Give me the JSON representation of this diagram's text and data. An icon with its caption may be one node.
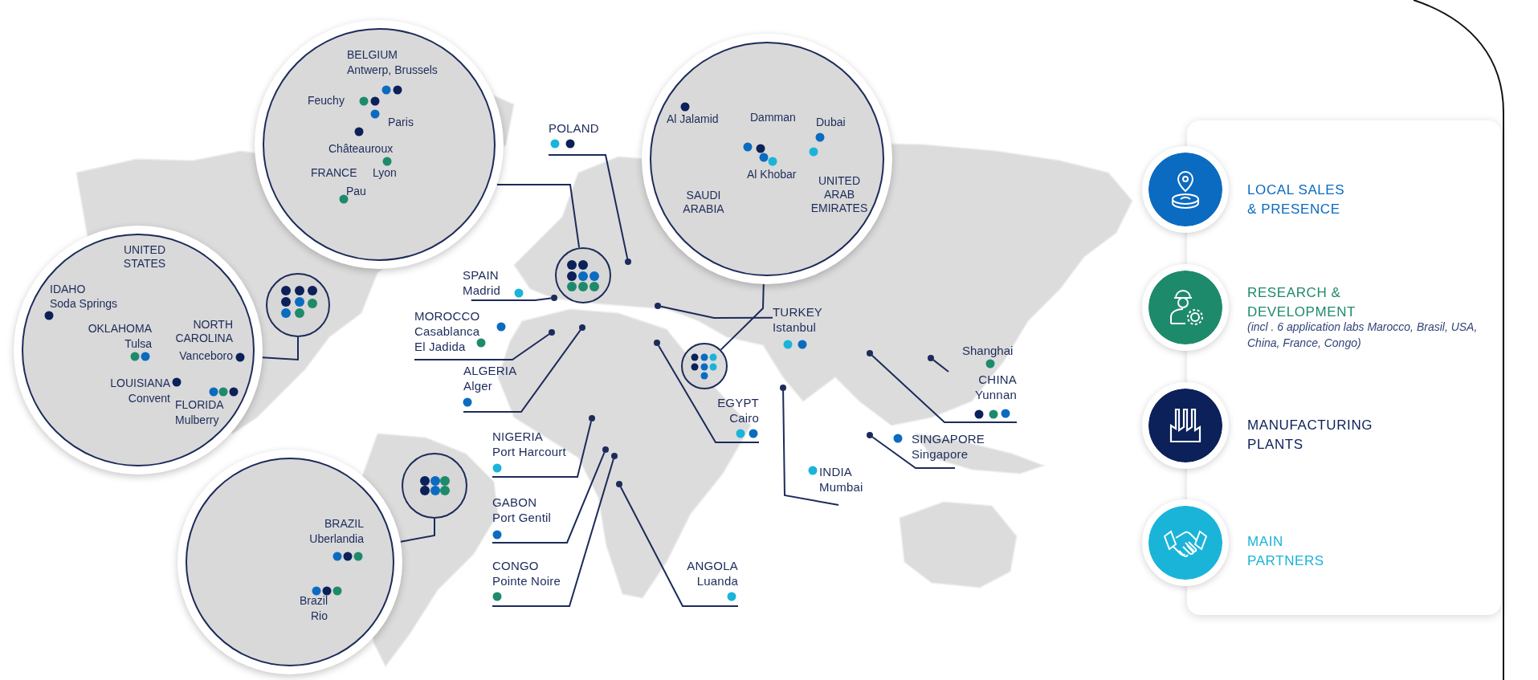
{
  "diagram": {
    "nodes": [
      {
        "text": [
          "BELGIUM",
          "Antwerp, Brussels",
          "Feuchy",
          "Paris",
          "Châteauroux",
          "FRANCE",
          "Lyon",
          "Pau"
        ]
      },
      {
        "text": [
          "Al Jalamid",
          "Damman",
          "Dubai",
          "Al Khobar",
          "SAUDI ARABIA",
          "UNITED ARAB EMIRATES"
        ]
      },
      {
        "text": [
          "POLAND"
        ]
      },
      {
        "text": [
          "UNITED STATES",
          "IDAHO",
          "Soda Springs",
          "OKLAHOMA",
          "Tulsa",
          "NORTH CAROLINA",
          "Vanceboro",
          "LOUISIANA",
          "Convent",
          "FLORIDA",
          "Mulberry"
        ]
      },
      {
        "text": [],
        "shape": "circle"
      },
      {
        "text": [],
        "shape": "circle"
      },
      {
        "text": [
          "SPAIN",
          "Madrid"
        ]
      },
      {
        "text": [
          "MOROCCO",
          "Casablanca",
          "El Jadida"
        ]
      },
      {
        "text": [
          "TURKEY",
          "Istanbul"
        ]
      },
      {
        "text": [],
        "shape": "circle"
      },
      {
        "text": [
          "ALGERIA",
          "Alger"
        ]
      },
      {
        "text": [
          "CHINA",
          "Yunnan"
        ]
      },
      {
        "text": [
          "EGYPT",
          "Cairo"
        ]
      },
      {
        "text": [
          "NIGERIA",
          "Port Harcourt"
        ]
      },
      {
        "text": [
          "SINGAPORE",
          "Singapore"
        ]
      },
      {
        "text": [],
        "shape": "circle"
      },
      {
        "text": [
          "INDIA",
          "Mumbai"
        ]
      },
      {
        "text": [
          "GABON",
          "Port Gentil"
        ]
      },
      {
        "text": [
          "BRAZIL",
          "Uberlandia",
          "Brazil",
          "Rio"
        ]
      },
      {
        "text": [
          "CONGO",
          "Pointe Noire"
        ]
      },
      {
        "text": [
          "ANGOLA",
          "Luanda"
        ]
      },
      {
        "text": [],
        "shape": "circle"
      },
      {
        "text": [],
        "shape": "circle"
      },
      {
        "text": [],
        "shape": "circle"
      },
      {
        "text": [],
        "shape": "circle"
      },
      {
        "text": [],
        "shape": "circle"
      },
      {
        "text": [],
        "shape": "circle"
      },
      {
        "text": [],
        "shape": "circle"
      },
      {
        "text": [],
        "shape": "circle"
      },
      {
        "text": [],
        "shape": "circle"
      },
      {
        "text": [],
        "shape": "circle"
      },
      {
        "text": [],
        "shape": "circle"
      },
      {
        "text": [],
        "shape": "circle"
      },
      {
        "text": [],
        "shape": "circle"
      },
      {
        "text": [],
        "shape": "circle"
      }
    ],
    "edges": [
      {
        "from": 0,
        "to": 5,
        "arrow": "none"
      },
      {
        "from": 1,
        "to": 9,
        "arrow": "none"
      },
      {
        "from": 3,
        "to": 4,
        "arrow": "none"
      },
      {
        "from": 18,
        "to": 15,
        "arrow": "none"
      },
      {
        "from": 2,
        "to": 21,
        "arrow": "none"
      },
      {
        "from": 6,
        "to": 22,
        "arrow": "none"
      },
      {
        "from": 8,
        "to": 23,
        "arrow": "none"
      },
      {
        "from": 7,
        "to": 24,
        "arrow": "none"
      },
      {
        "from": 10,
        "to": 25,
        "arrow": "none"
      },
      {
        "from": 12,
        "to": 26,
        "arrow": "none"
      },
      {
        "from": 11,
        "to": 27,
        "arrow": "none"
      },
      {
        "from": 11,
        "to": 28,
        "arrow": "none"
      },
      {
        "from": 16,
        "to": 29,
        "arrow": "none"
      },
      {
        "from": 13,
        "to": 30,
        "arrow": "none"
      },
      {
        "from": 14,
        "to": 31,
        "arrow": "none"
      },
      {
        "from": 17,
        "to": 32,
        "arrow": "none"
      },
      {
        "from": 19,
        "to": 33,
        "arrow": "none"
      },
      {
        "from": 20,
        "to": 34,
        "arrow": "none"
      }
    ],
    "labels": [
      "Shanghai",
      "(incl . 6 application labs Marocco, Brasil, USA, China, France, Congo)"
    ],
    "legend": [
      {
        "text": "LOCAL SALES & PRESENCE",
        "color": "#0b6bc1"
      },
      {
        "text": "RESEARCH & DEVELOPMENT",
        "color": "#1e8a6c"
      },
      {
        "text": "MANUFACTURING PLANTS",
        "color": "#0c2059"
      },
      {
        "text": "MAIN PARTNERS",
        "color": "#1ab4d9"
      }
    ]
  }
}
